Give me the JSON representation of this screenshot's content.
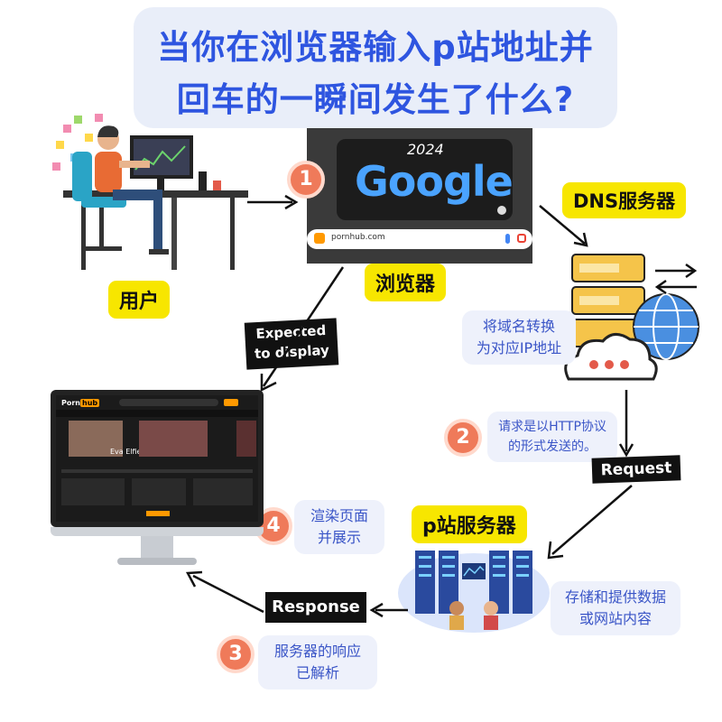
{
  "title": {
    "line1": "当你在浏览器输入p站地址并",
    "line2": "回车的一瞬间发生了什么?"
  },
  "labels": {
    "user": "用户",
    "browser": "浏览器",
    "dns": "DNS服务器",
    "pserver": "p站服务器"
  },
  "browser_window": {
    "doodle_year": "2024",
    "doodle_text": "Google",
    "url": "pornhub.com"
  },
  "steps": [
    {
      "num": "1"
    },
    {
      "num": "2",
      "text_line1": "请求是以HTTP协议",
      "text_line2": "的形式发送的。"
    },
    {
      "num": "3",
      "text_line1": "服务器的响应",
      "text_line2": "已解析"
    },
    {
      "num": "4",
      "text_line1": "渲染页面",
      "text_line2": "并展示"
    }
  ],
  "notes": {
    "dns_line1": "将域名转换",
    "dns_line2": "为对应IP地址",
    "server_line1": "存储和提供数据",
    "server_line2": "或网站内容"
  },
  "banners": {
    "expected_line1": "Expected",
    "expected_line2": "to display",
    "request": "Request",
    "response": "Response"
  },
  "site": {
    "logo_a": "Porn",
    "logo_b": "hub",
    "thumb_caption": "Eva Elfie"
  },
  "colors": {
    "title": "#2e55e0",
    "label_bg": "#f7e600",
    "step_badge": "#ef7a5a",
    "note_text": "#3a55c7",
    "server_body": "#f5c44a"
  }
}
